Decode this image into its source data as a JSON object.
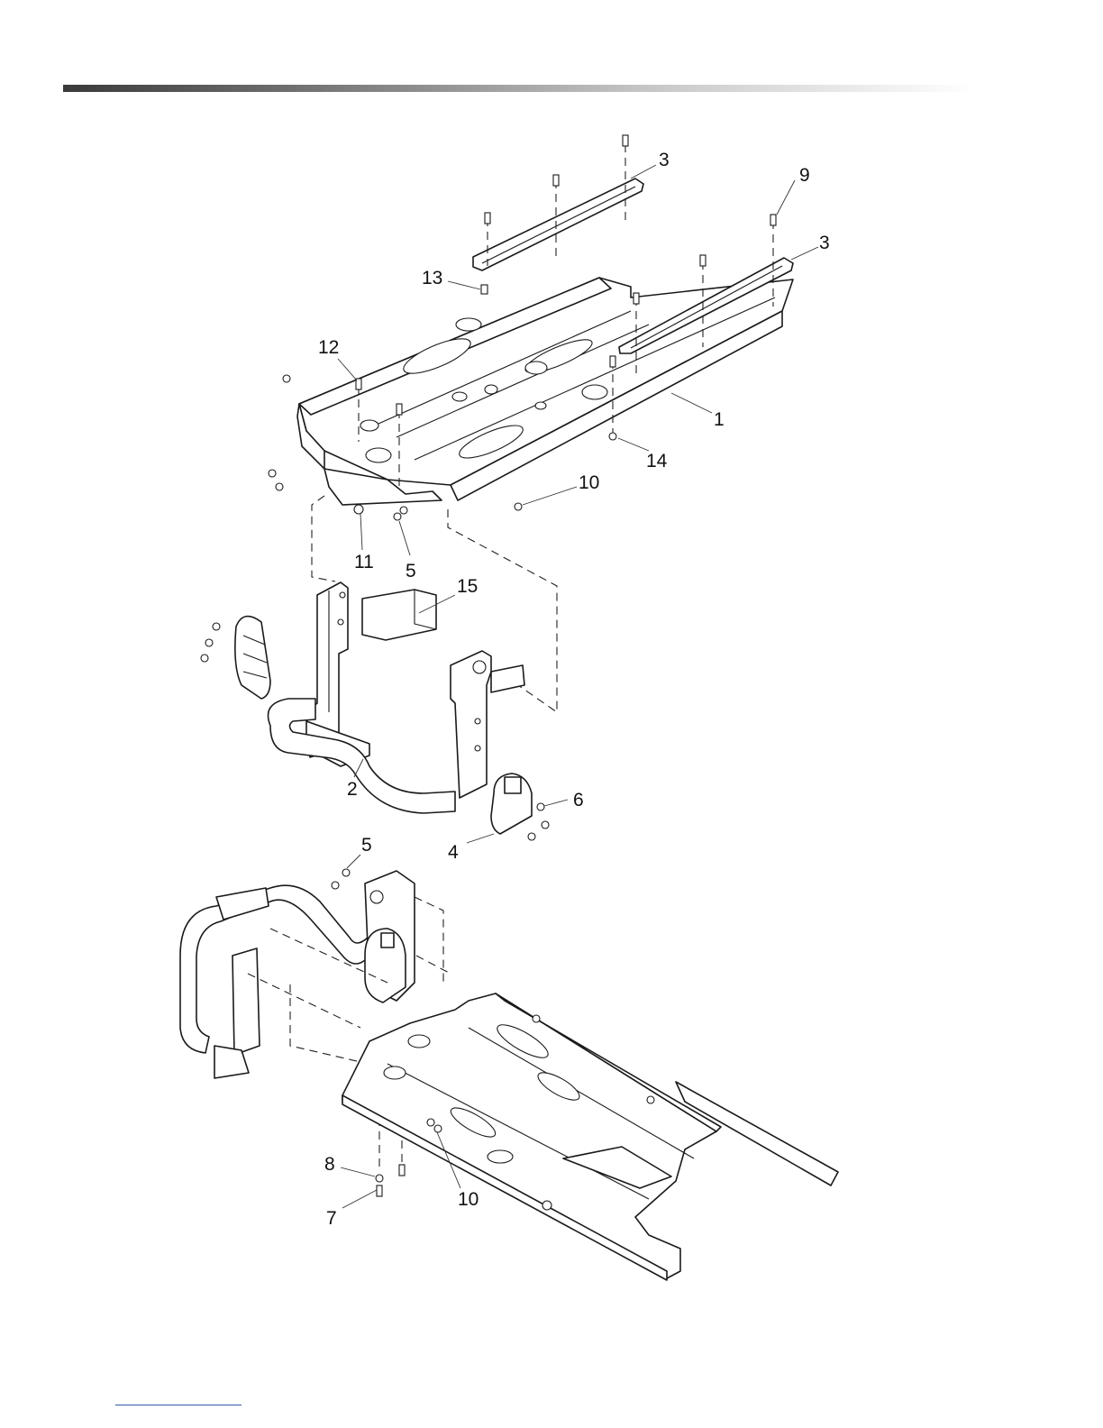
{
  "diagram": {
    "callouts": [
      "3",
      "9",
      "3",
      "13",
      "12",
      "1",
      "14",
      "10",
      "11",
      "5",
      "15",
      "2",
      "6",
      "4",
      "5",
      "8",
      "10",
      "7"
    ]
  }
}
